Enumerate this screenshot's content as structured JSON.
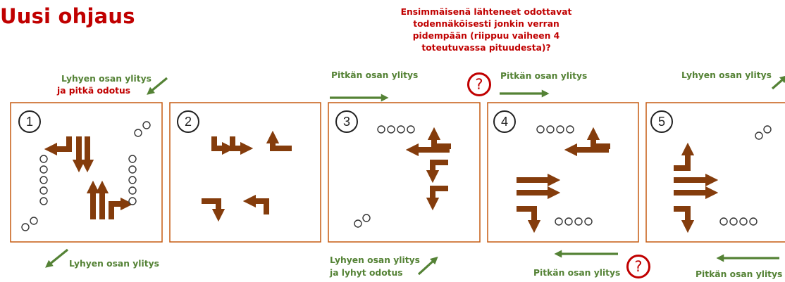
{
  "title": "Uusi ohjaus",
  "note": "Ensimmäisenä lähteneet odottavat todennäköisesti jonkin verran pidempään (riippuu vaiheen 4 toteutuvassa pituudesta)?",
  "question_mark": "?",
  "phases": [
    "1",
    "2",
    "3",
    "4",
    "5"
  ],
  "labels": {
    "p1_top_line1": "Lyhyen osan ylitys",
    "p1_top_line2": "ja pitkä odotus",
    "p1_bottom": "Lyhyen osan ylitys",
    "p3_top": "Pitkän osan ylitys",
    "p3_bottom_line1": "Lyhyen osan ylitys",
    "p3_bottom_line2": "ja lyhyt odotus",
    "p4_top": "Pitkän osan ylitys",
    "p4_bottom": "Pitkän osan ylitys",
    "p5_top": "Lyhyen osan ylitys",
    "p5_bottom": "Pitkän osan ylitys"
  },
  "colors": {
    "title": "#c00000",
    "note": "#c00000",
    "label": "#548235",
    "arrow_brown": "#843c0c",
    "frame": "#c55a11",
    "green_arrow": "#548235"
  },
  "icons": [
    "question-mark-icon",
    "pedestrian-circle-icon",
    "traffic-arrow-icon"
  ]
}
